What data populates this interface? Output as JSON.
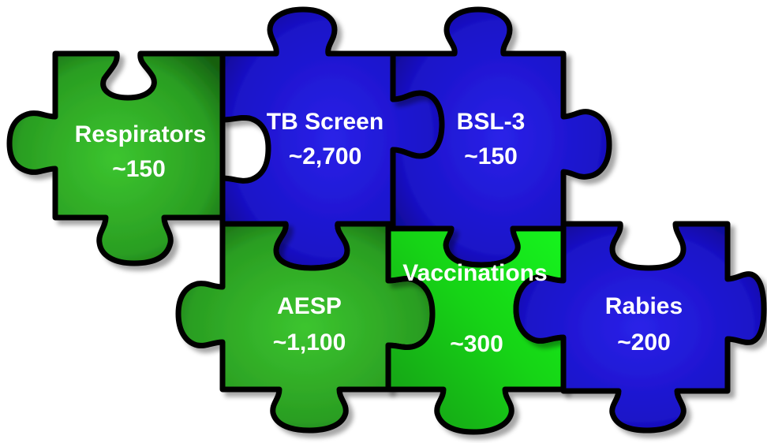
{
  "pieces": [
    {
      "id": "respirators",
      "label": "Respirators",
      "count": "~150",
      "color": "green"
    },
    {
      "id": "tb-screen",
      "label": "TB Screen",
      "count": "~2,700",
      "color": "blue"
    },
    {
      "id": "bsl-3",
      "label": "BSL-3",
      "count": "~150",
      "color": "blue"
    },
    {
      "id": "aesp",
      "label": "AESP",
      "count": "~1,100",
      "color": "green"
    },
    {
      "id": "vaccinations",
      "label": "Vaccinations",
      "count": "~300",
      "color": "bright-green"
    },
    {
      "id": "rabies",
      "label": "Rabies",
      "count": "~200",
      "color": "blue"
    }
  ],
  "colors": {
    "blue": "#1a12c8",
    "blue_dark": "#050070",
    "green": "#2fae24",
    "green_dark": "#135b0d",
    "bright_green": "#14e617",
    "bright_green_dark": "#0b8a0c",
    "outline": "#000000"
  }
}
